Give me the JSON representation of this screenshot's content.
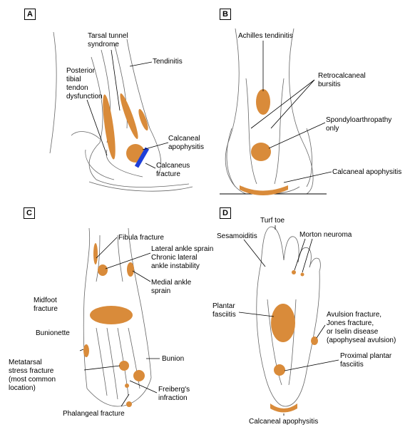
{
  "colors": {
    "lesion": "#D98B3A",
    "fracture_line": "#1E3FD8",
    "outline": "#555555",
    "line": "#000000"
  },
  "panels": {
    "a": {
      "letter": "A",
      "labels": {
        "tarsal_tunnel": "Tarsal tunnel\nsyndrome",
        "tendinitis": "Tendinitis",
        "posterior_tibial": "Posterior\ntibial\ntendon\ndysfunction",
        "calcaneal_apophysitis": "Calcaneal\napophysitis",
        "calcaneus_fracture": "Calcaneus\nfracture"
      }
    },
    "b": {
      "letter": "B",
      "labels": {
        "achilles": "Achilles tendinitis",
        "retrocalcaneal": "Retrocalcaneal\nbursitis",
        "spondylo": "Spondyloarthropathy\nonly",
        "calcaneal_apophysitis": "Calcaneal apophysitis"
      }
    },
    "c": {
      "letter": "C",
      "labels": {
        "fibula": "Fibula fracture",
        "lateral_ankle": "Lateral ankle sprain\nChronic lateral\nankle instability",
        "medial_ankle": "Medial ankle\nsprain",
        "midfoot": "Midfoot\nfracture",
        "bunionette": "Bunionette",
        "bunion": "Bunion",
        "metatarsal": "Metatarsal\nstress fracture\n(most common\nlocation)",
        "freiberg": "Freiberg's\ninfraction",
        "phalangeal": "Phalangeal fracture"
      }
    },
    "d": {
      "letter": "D",
      "labels": {
        "turf_toe": "Turf toe",
        "sesamoiditis": "Sesamoiditis",
        "morton": "Morton neuroma",
        "plantar_fasciitis": "Plantar\nfasciitis",
        "avulsion": "Avulsion fracture,\nJones fracture,\nor Iselin disease\n(apophyseal avulsion)",
        "proximal_plantar": "Proximal plantar\nfasciitis",
        "calcaneal_apophysitis": "Calcaneal apophysitis"
      }
    }
  }
}
